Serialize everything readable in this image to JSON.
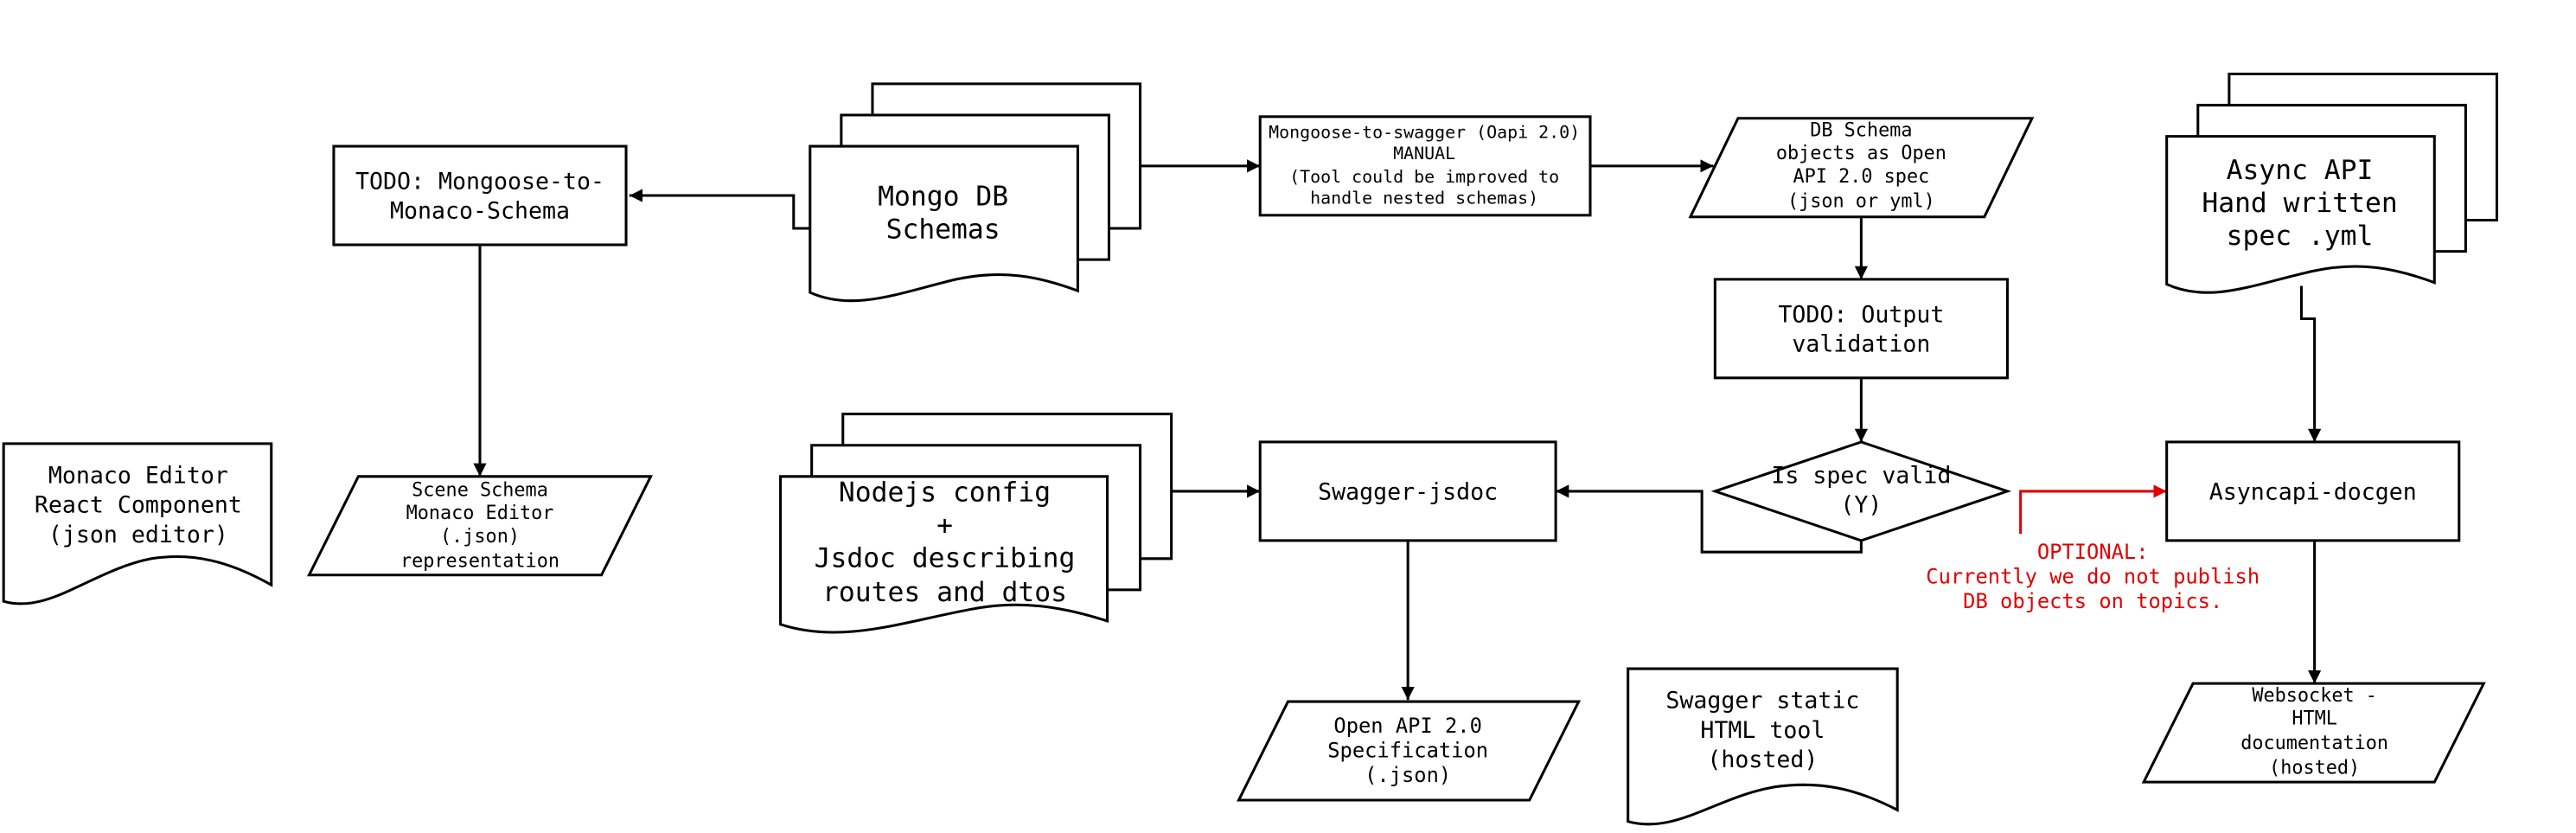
{
  "diagram": {
    "nodes": {
      "monaco_editor_component": [
        "Monaco Editor",
        "React Component",
        "(json editor)"
      ],
      "mongoose_to_monaco": [
        "TODO: Mongoose-to-",
        "Monaco-Schema"
      ],
      "scene_schema": [
        "Scene Schema",
        "Monaco Editor",
        "(.json)",
        "representation"
      ],
      "mongo_db_schemas": [
        "Mongo DB",
        "Schemas"
      ],
      "mongoose_to_swagger": [
        "Mongoose-to-swagger (Oapi 2.0)",
        "MANUAL",
        "(Tool could be improved to",
        "handle nested schemas)"
      ],
      "db_schema_openapi": [
        "DB Schema",
        "objects as Open",
        "API 2.0 spec",
        "(json or yml)"
      ],
      "output_validation": [
        "TODO: Output",
        "validation"
      ],
      "spec_valid": [
        "Is spec valid",
        "(Y)"
      ],
      "nodejs_config": [
        "Nodejs config",
        "+",
        "Jsdoc describing",
        "routes and dtos"
      ],
      "swagger_jsdoc": [
        "Swagger-jsdoc"
      ],
      "openapi_spec": [
        "Open API 2.0",
        "Specification",
        "(.json)"
      ],
      "swagger_static": [
        "Swagger static",
        "HTML tool",
        "(hosted)"
      ],
      "async_api_spec": [
        "Async API",
        "Hand written",
        "spec .yml"
      ],
      "asyncapi_docgen": [
        "Asyncapi-docgen"
      ],
      "websocket_docs": [
        "Websocket -",
        "HTML",
        "documentation",
        "(hosted)"
      ]
    },
    "optional_note": [
      "OPTIONAL:",
      "Currently we do not publish",
      "DB objects on topics."
    ],
    "colors": {
      "stroke": "#000000",
      "background": "#ffffff",
      "optional": "#e00000"
    }
  }
}
